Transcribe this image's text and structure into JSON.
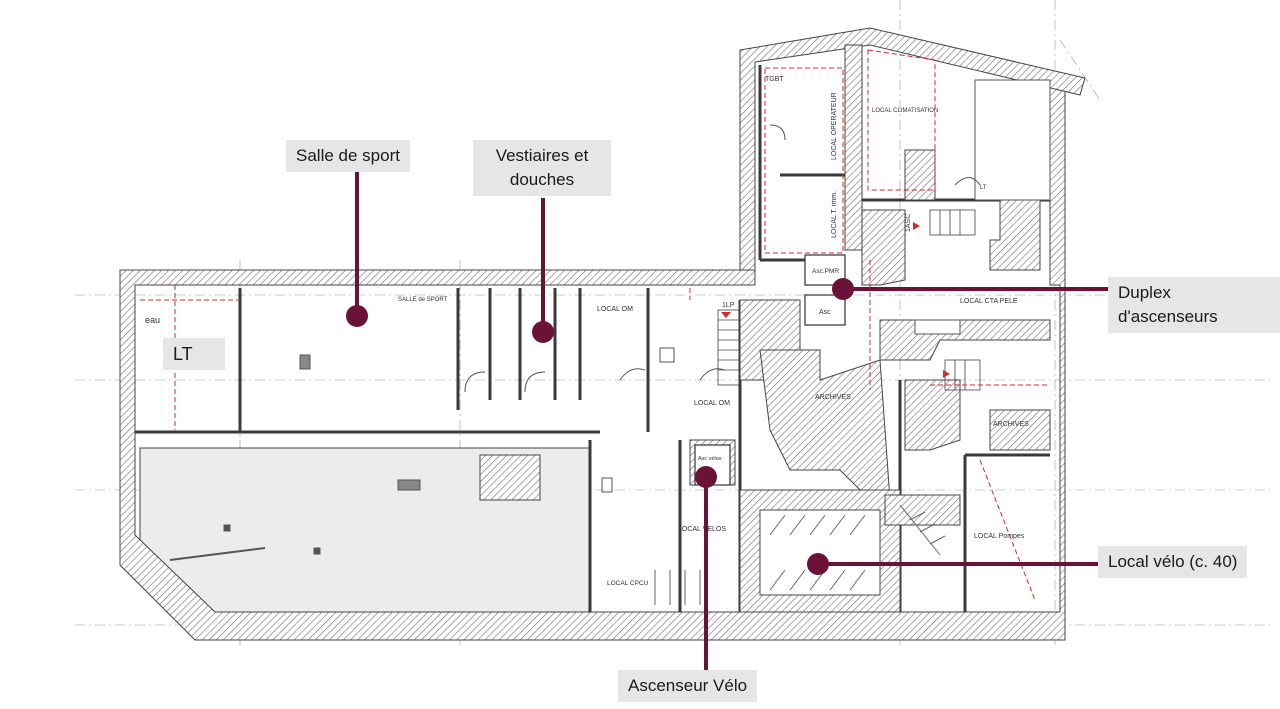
{
  "callouts": {
    "salle_sport": "Salle de sport",
    "vestiaires": "Vestiaires et\ndouches",
    "duplex": "Duplex\nd'ascenseurs",
    "local_velo": "Local vélo (c. 40)",
    "ascenseur_velo": "Ascenseur Vélo",
    "lt": "LT"
  },
  "plan_labels": {
    "salle_sport": "SALLE de SPORT",
    "local_om": "LOCAL OM",
    "local_om_2": "LOCAL OM",
    "local_operateur": "LOCAL OPERATEUR",
    "local_t_imm": "LOCAL T. imm.",
    "local_climatisation": "LOCAL CLIMATISATION",
    "tgbt": "TGBT",
    "asc_pmr": "Asc.PMR",
    "asc": "Asc",
    "asc_velo": "Asc vélos",
    "local_ctapele": "LOCAL CTA PELE",
    "archives": "ARCHIVES",
    "archives_2": "ARCHIVES",
    "local_velos": "LOCAL VELOS",
    "local_cpcu": "LOCAL CPCU",
    "local_pompes": "LOCAL Pompes",
    "eau": "eau",
    "lt": "LT",
    "lp": "1LP",
    "asc_tag": "1ASC"
  },
  "colors": {
    "marker": "#6b1238",
    "callout_bg": "#e6e6e6",
    "wall": "#555555",
    "red_dash": "#d62a2a"
  }
}
